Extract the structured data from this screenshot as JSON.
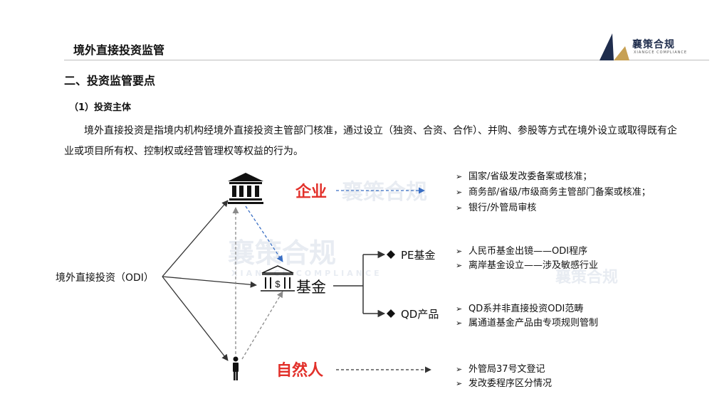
{
  "header": {
    "title": "境外直接投资监管"
  },
  "logo": {
    "name": "襄策合规",
    "subtitle": "XIANGCE COMPLIANCE"
  },
  "section": {
    "title": "二、投资监管要点"
  },
  "subsection": {
    "title": "（1）投资主体"
  },
  "description": "境外直接投资是指境内机构经境外直接投资主管部门核准，通过设立（独资、合资、合作）、并购、参股等方式在境外设立或取得既有企业或项目所有权、控制权或经营管理权等权益的行为。",
  "diagram": {
    "origin_label": "境外直接投资（ODI）",
    "enterprise_label": "企业",
    "fund_label": "基金",
    "person_label": "自然人",
    "pe_label": "PE基金",
    "qd_label": "QD产品",
    "enterprise_points": [
      "国家/省级发改委备案或核准；",
      "商务部/省级/市级商务主管部门备案或核准；",
      "银行/外管局审核"
    ],
    "pe_points": [
      "人民币基金出镜——ODI程序",
      "离岸基金设立——涉及敏感行业"
    ],
    "qd_points": [
      "QD系并非直接投资ODI范畴",
      "属通道基金产品由专项规则管制"
    ],
    "person_points": [
      "外管局37号文登记",
      "发改委程序区分情况"
    ]
  },
  "colors": {
    "accent_red": "#e2302a",
    "arrow_blue": "#3a6fc4",
    "arrow_gray": "#8a8a8a",
    "brand_navy": "#1f2d4d",
    "brand_gold": "#c7a053"
  },
  "icons": [
    "bank-building-icon",
    "fund-building-icon",
    "person-icon",
    "diamond-bullet-icon",
    "chevron-right-icon"
  ]
}
